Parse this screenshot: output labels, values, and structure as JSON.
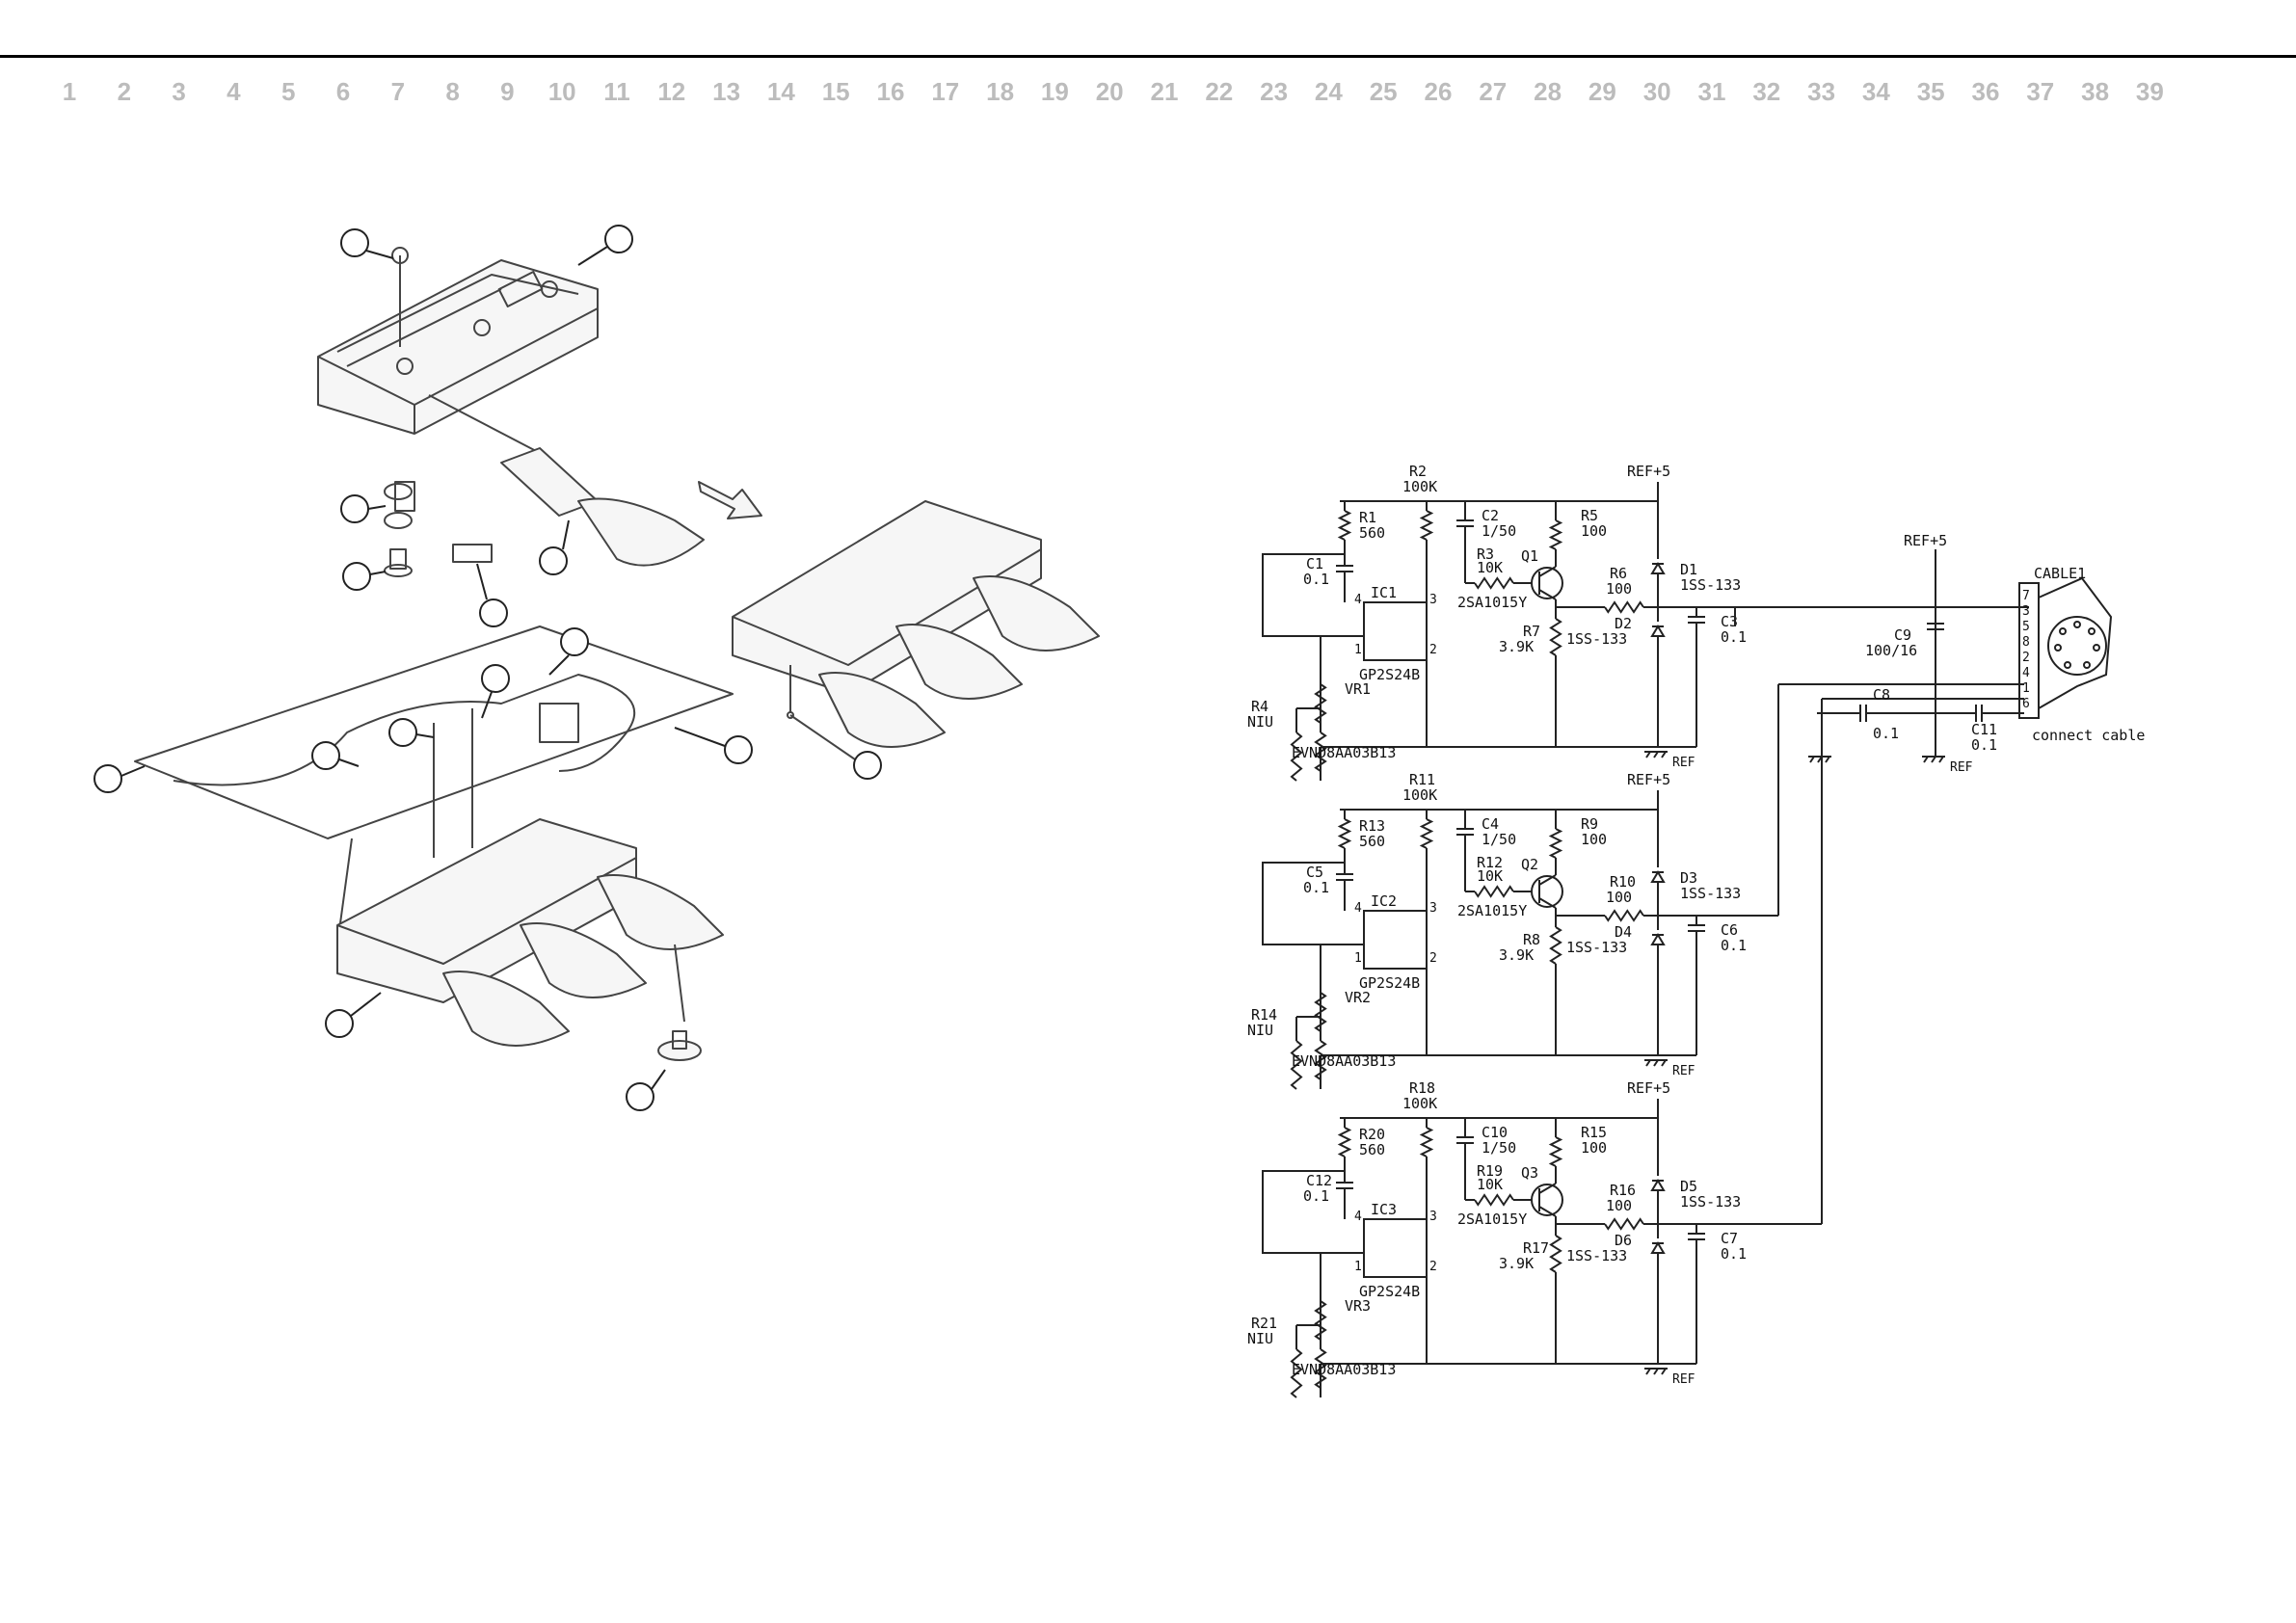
{
  "ruler": [
    "1",
    "2",
    "3",
    "4",
    "5",
    "6",
    "7",
    "8",
    "9",
    "10",
    "11",
    "12",
    "13",
    "14",
    "15",
    "16",
    "17",
    "18",
    "19",
    "20",
    "21",
    "22",
    "23",
    "24",
    "25",
    "26",
    "27",
    "28",
    "29",
    "30",
    "31",
    "32",
    "33",
    "34",
    "35",
    "36",
    "37",
    "38",
    "39"
  ],
  "channels": [
    {
      "r_top": "R2",
      "r_top_val": "100K",
      "r_sense": "R1",
      "r_sense_val": "560",
      "c_in": "C1",
      "c_in_val": "0.1",
      "c_elec": "C2",
      "c_elec_val": "1/50",
      "r_base": "R3",
      "r_base_val": "10K",
      "q": "Q1",
      "r_coll": "R5",
      "r_coll_val": "100",
      "r_out": "R6",
      "r_out_val": "100",
      "r_emit": "R7",
      "r_emit_val": "3.9K",
      "d_top": "D1",
      "d_top_val": "1SS-133",
      "d_bot": "D2",
      "d_bot_val": "1SS-133",
      "c_out": "C3",
      "c_out_val": "0.1",
      "ic": "IC1",
      "ic_part": "GP2S24B",
      "vr": "VR1",
      "r_trim": "R4",
      "r_trim_val": "NIU",
      "vr_part": "EVND8AA03B13",
      "transistor": "2SA1015Y",
      "ref_top": "REF+5",
      "ref_bot": "REF"
    },
    {
      "r_top": "R11",
      "r_top_val": "100K",
      "r_sense": "R13",
      "r_sense_val": "560",
      "c_in": "C5",
      "c_in_val": "0.1",
      "c_elec": "C4",
      "c_elec_val": "1/50",
      "r_base": "R12",
      "r_base_val": "10K",
      "q": "Q2",
      "r_coll": "R9",
      "r_coll_val": "100",
      "r_out": "R10",
      "r_out_val": "100",
      "r_emit": "R8",
      "r_emit_val": "3.9K",
      "d_top": "D3",
      "d_top_val": "1SS-133",
      "d_bot": "D4",
      "d_bot_val": "1SS-133",
      "c_out": "C6",
      "c_out_val": "0.1",
      "ic": "IC2",
      "ic_part": "GP2S24B",
      "vr": "VR2",
      "r_trim": "R14",
      "r_trim_val": "NIU",
      "vr_part": "EVND8AA03B13",
      "transistor": "2SA1015Y",
      "ref_top": "REF+5",
      "ref_bot": "REF"
    },
    {
      "r_top": "R18",
      "r_top_val": "100K",
      "r_sense": "R20",
      "r_sense_val": "560",
      "c_in": "C12",
      "c_in_val": "0.1",
      "c_elec": "C10",
      "c_elec_val": "1/50",
      "r_base": "R19",
      "r_base_val": "10K",
      "q": "Q3",
      "r_coll": "R15",
      "r_coll_val": "100",
      "r_out": "R16",
      "r_out_val": "100",
      "r_emit": "R17",
      "r_emit_val": "3.9K",
      "d_top": "D5",
      "d_top_val": "1SS-133",
      "d_bot": "D6",
      "d_bot_val": "1SS-133",
      "c_out": "C7",
      "c_out_val": "0.1",
      "ic": "IC3",
      "ic_part": "GP2S24B",
      "vr": "VR3",
      "r_trim": "R21",
      "r_trim_val": "NIU",
      "vr_part": "EVND8AA03B13",
      "transistor": "2SA1015Y",
      "ref_top": "REF+5",
      "ref_bot": "REF"
    }
  ],
  "cable": {
    "ref_top": "REF+5",
    "ref_bot": "REF",
    "c9": "C9",
    "c9_val": "100/16",
    "c8": "C8",
    "c8_val": "0.1",
    "c11": "C11",
    "c11_val": "0.1",
    "name": "CABLE1",
    "label": "connect cable",
    "pins": [
      "7",
      "3",
      "5",
      "8",
      "2",
      "4",
      "1",
      "6"
    ]
  }
}
